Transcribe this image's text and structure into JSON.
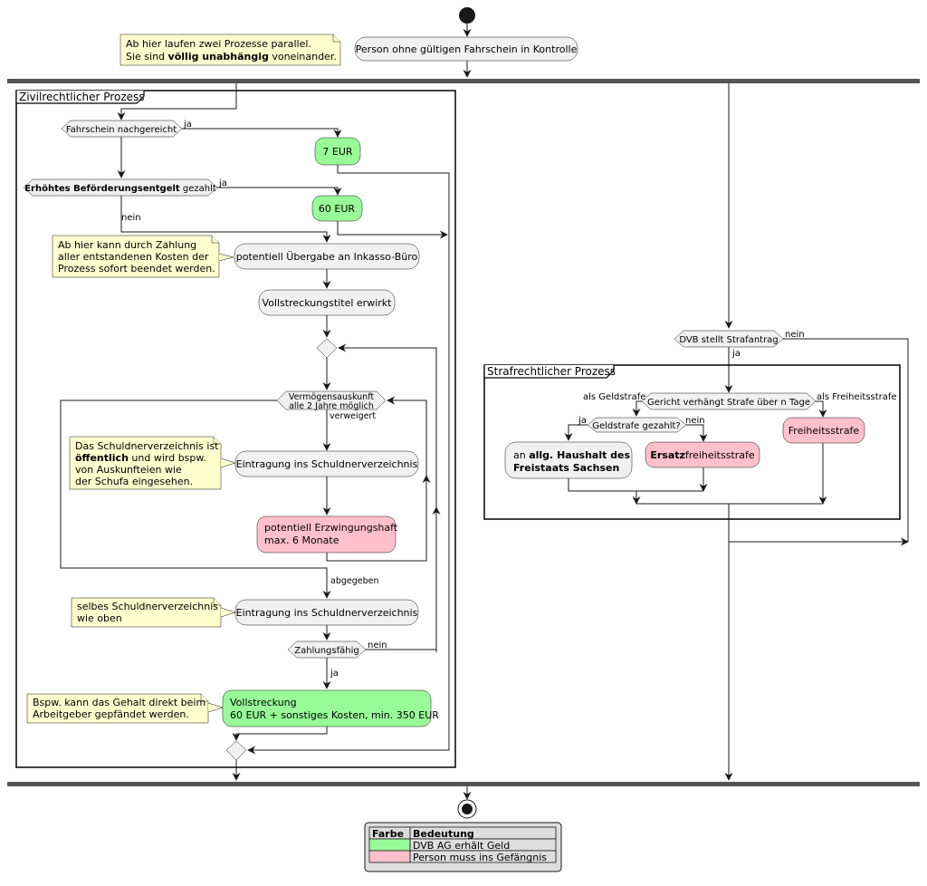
{
  "notes": {
    "parallel_1": "Ab hier laufen zwei Prozesse parallel.",
    "parallel_2_pre": "Sie sind ",
    "parallel_2_bold": "völlig unabhängig",
    "parallel_2_post": " voneinander.",
    "inkasso_1": "Ab hier kann durch Zahlung",
    "inkasso_2": "aller entstandenen Kosten der",
    "inkasso_3": "Prozess sofort beendet werden.",
    "schufa_1": "Das Schuldnerverzeichnis ist",
    "schufa_2_bold": "öffentlich",
    "schufa_2_post": " und wird bspw.",
    "schufa_3": "von Auskunfteien wie",
    "schufa_4": "der Schufa eingesehen.",
    "same_1": "selbes Schuldnerverzeichnis",
    "same_2": "wie oben",
    "gehalt_1": "Bspw. kann das Gehalt direkt beim",
    "gehalt_2": "Arbeitgeber gepfändet werden."
  },
  "activities": {
    "start": "Person ohne gültigen Fahrschein in Kontrolle",
    "eur7": "7 EUR",
    "eur60": "60 EUR",
    "inkasso": "potentiell Übergabe an Inkasso-Büro",
    "titel": "Vollstreckungstitel erwirkt",
    "eintrag1": "Eintragung ins Schuldnerverzeichnis",
    "haft_1": "potentiell Erzwingungshaft",
    "haft_2": "max. 6 Monate",
    "eintrag2": "Eintragung ins Schuldnerverzeichnis",
    "vollstreckung_1": "Vollstreckung",
    "vollstreckung_2": "60 EUR + sonstiges Kosten, min. 350 EUR",
    "haushalt_pre": "an ",
    "haushalt_bold_1": "allg. Haushalt des",
    "haushalt_bold_2": "Freistaats Sachsen",
    "ersatz_bold": "Ersatz",
    "ersatz_post": "freiheitsstrafe",
    "freiheit": "Freiheitsstrafe"
  },
  "decisions": {
    "nachgereicht": "Fahrschein nachgereicht",
    "entgelt_bold": "Erhöhtes Beförderungsentgelt",
    "entgelt_post": " gezahlt",
    "vermoegen_1": "Vermögensauskunft",
    "vermoegen_2": "alle 2 Jahre möglich",
    "zahlungsfaehig": "Zahlungsfähig",
    "strafantrag": "DVB stellt Strafantrag",
    "gericht": "Gericht verhängt Strafe über n Tage",
    "geldstrafe_gezahlt": "Geldstrafe gezahlt?"
  },
  "edge_labels": {
    "ja": "ja",
    "nein": "nein",
    "verweigert": "verweigert",
    "abgegeben": "abgegeben",
    "als_geldstrafe": "als Geldstrafe",
    "als_freiheitsstrafe": "als Freiheitsstrafe"
  },
  "partitions": {
    "zivil": "Zivilrechtlicher Prozess",
    "straf": "Strafrechtlicher Prozess"
  },
  "legend": {
    "header_color": "Farbe",
    "header_meaning": "Bedeutung",
    "rows": [
      {
        "color": "#98fb98",
        "label": "DVB AG erhält Geld"
      },
      {
        "color": "#ffc0cb",
        "label": "Person muss ins Gefängnis"
      }
    ]
  },
  "colors": {
    "money": "#98fb98",
    "prison": "#ffc0cb",
    "activity": "#f1f1f1",
    "note": "#fefece"
  }
}
